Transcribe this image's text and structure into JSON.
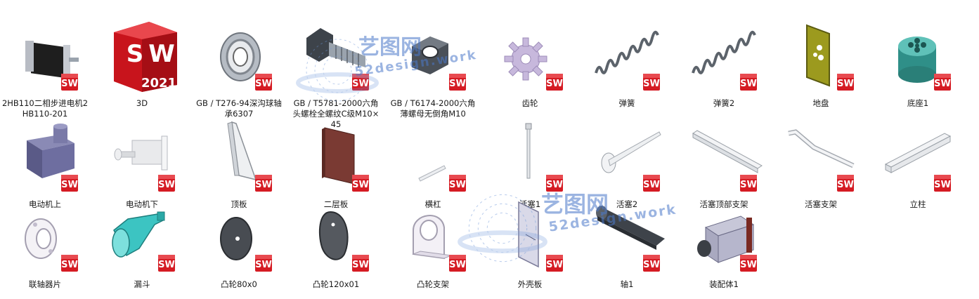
{
  "files": [
    {
      "label": "2HB110二相步进电机2HB110-201",
      "icon": "stepper-motor-icon",
      "badge": true
    },
    {
      "label": "3D",
      "icon": "solidworks-2021-app-icon",
      "badge": false
    },
    {
      "label": "GB / T276-94深沟球轴承6307",
      "icon": "ball-bearing-icon",
      "badge": true
    },
    {
      "label": "GB / T5781-2000六角头螺栓全螺纹C级M10×45",
      "icon": "hex-bolt-icon",
      "badge": true
    },
    {
      "label": "GB / T6174-2000六角薄螺母无倒角M10",
      "icon": "hex-nut-icon",
      "badge": true
    },
    {
      "label": "齿轮",
      "icon": "gear-icon",
      "badge": true
    },
    {
      "label": "弹簧",
      "icon": "spring-icon",
      "badge": true
    },
    {
      "label": "弹簧2",
      "icon": "spring-icon",
      "badge": true
    },
    {
      "label": "地盘",
      "icon": "base-plate-icon",
      "badge": true
    },
    {
      "label": "底座1",
      "icon": "cylinder-base-icon",
      "badge": true
    },
    {
      "label": "电动机上",
      "icon": "motor-upper-icon",
      "badge": true
    },
    {
      "label": "电动机下",
      "icon": "motor-lower-icon",
      "badge": true
    },
    {
      "label": "顶板",
      "icon": "triangle-plate-icon",
      "badge": true
    },
    {
      "label": "二层板",
      "icon": "square-plate-icon",
      "badge": true
    },
    {
      "label": "横杠",
      "icon": "small-bar-icon",
      "badge": true
    },
    {
      "label": "活塞1",
      "icon": "piston-rod-icon",
      "badge": true
    },
    {
      "label": "活塞2",
      "icon": "piston-disc-icon",
      "badge": true
    },
    {
      "label": "活塞顶部支架",
      "icon": "beam-icon",
      "badge": true
    },
    {
      "label": "活塞支架",
      "icon": "bent-beam-icon",
      "badge": true
    },
    {
      "label": "立柱",
      "icon": "column-icon",
      "badge": true
    },
    {
      "label": "联轴器片",
      "icon": "coupling-icon",
      "badge": true
    },
    {
      "label": "漏斗",
      "icon": "funnel-icon",
      "badge": true
    },
    {
      "label": "凸轮80x0",
      "icon": "cam-disc-icon",
      "badge": true
    },
    {
      "label": "凸轮120x01",
      "icon": "cam-egg-icon",
      "badge": true
    },
    {
      "label": "凸轮支架",
      "icon": "cam-bracket-icon",
      "badge": true
    },
    {
      "label": "外壳板",
      "icon": "shell-plate-icon",
      "badge": true
    },
    {
      "label": "轴1",
      "icon": "shaft-icon",
      "badge": true
    },
    {
      "label": "装配体1",
      "icon": "assembly-icon",
      "badge": true
    }
  ],
  "watermark": {
    "brand": "艺图网",
    "domain": "52design.work"
  },
  "colors": {
    "sw_red": "#d51b23",
    "label": "#1a1a1a",
    "steel": "#9aa3ad",
    "watermark_blue": "#4a78c9"
  }
}
